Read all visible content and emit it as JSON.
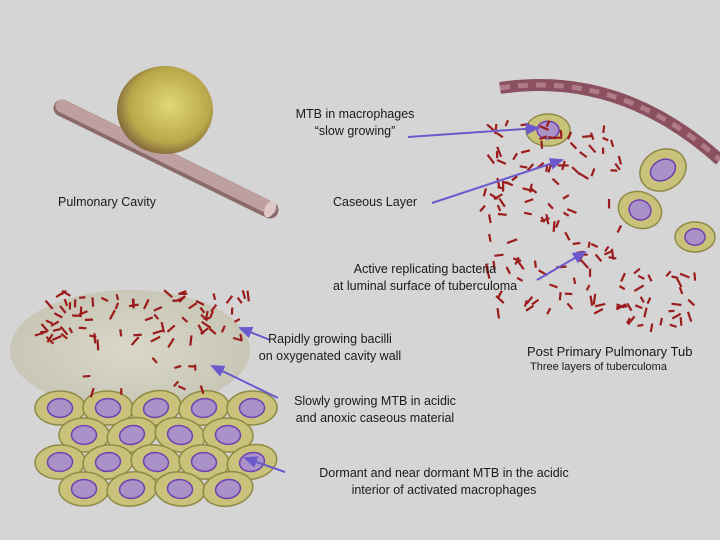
{
  "labels": {
    "pulmonary_cavity": "Pulmonary Cavity",
    "mtb_macrophages_1": "MTB in macrophages",
    "mtb_macrophages_2": "“slow growing”",
    "caseous_layer": "Caseous Layer",
    "active_bacteria_1": "Active replicating bacteria",
    "active_bacteria_2": "at luminal surface of tuberculoma",
    "post_primary_title": "Post Primary Pulmonary Tub",
    "post_primary_sub": "Three layers of tuberculoma",
    "rapid_1": "Rapidly growing bacilli",
    "rapid_2": "on oxygenated cavity wall",
    "slow_1": "Slowly growing MTB in acidic",
    "slow_2": "and anoxic caseous material",
    "dormant_1": "Dormant and near dormant MTB in the acidic",
    "dormant_2": "interior of activated macrophages"
  },
  "colors": {
    "background": "#d5d5d5",
    "arrow": "#6a5acd",
    "bacteria": "#9b1c1c",
    "macrophage": "#c9c27a",
    "nucleus": "#8e6bc9",
    "bronchus": "#b89494",
    "nodule": "#c8bb5a"
  }
}
